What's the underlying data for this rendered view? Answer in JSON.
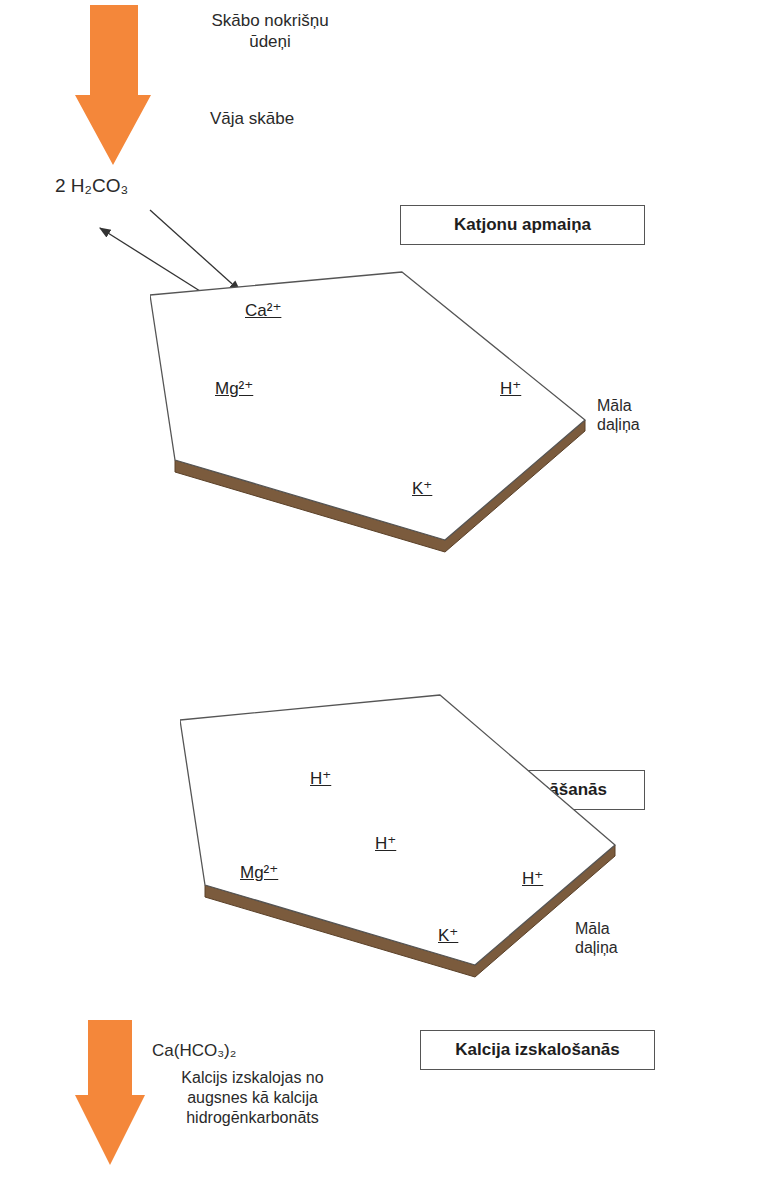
{
  "diagram": {
    "nodes": [
      {
        "text": [
          "Katjonu apmaiņa"
        ]
      },
      {
        "text": [
          "Ca²⁺",
          "Mg²⁺",
          "H⁺",
          "K⁺",
          "Māla daļiņa"
        ]
      },
      {
        "text": [
          "Māla paskābināšanās"
        ]
      },
      {
        "text": [
          "H⁺",
          "H⁺",
          "Mg²⁺",
          "H⁺",
          "K⁺",
          "Māla daļiņa"
        ]
      },
      {
        "text": [
          "Kalcija izskalošanās"
        ]
      }
    ],
    "labels": [
      "Skābo nokrišņu ūdeņi",
      "Vāja skābe",
      "2 H₂CO₃",
      "Ca(HCO₃)₂",
      "Kalcijs izskalojas no augsnes kā kalcija hidrogēnkarbonāts"
    ]
  }
}
